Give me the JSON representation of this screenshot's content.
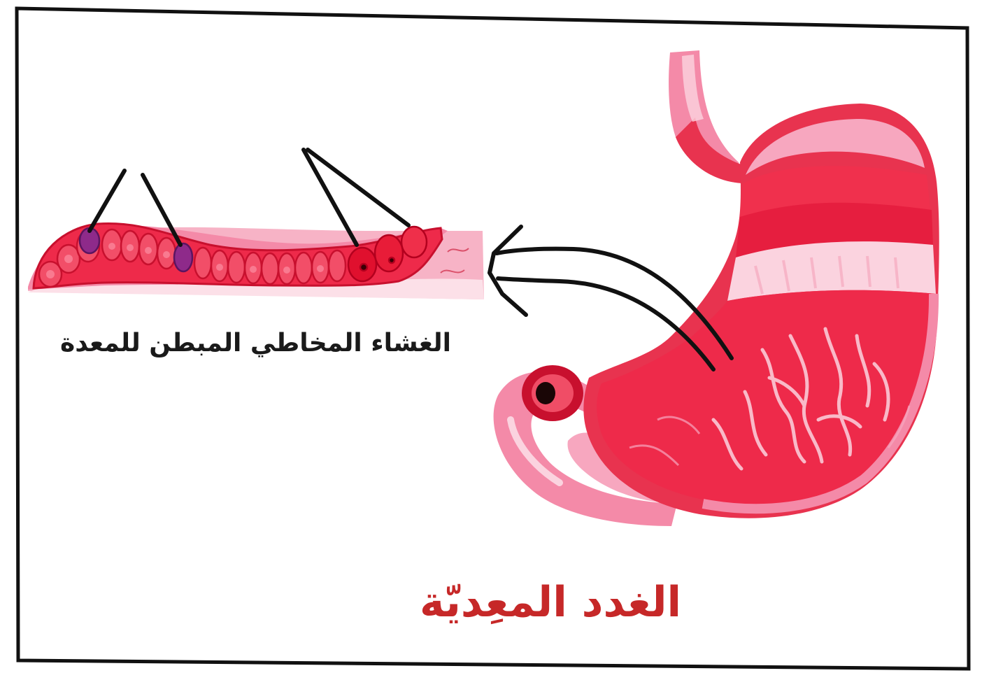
{
  "figure": {
    "mucosa_label": "الغشاء المخاطي المبطن للمعدة",
    "glands_title": "الغدد المعِديّة"
  },
  "colors": {
    "stomach_red": "#f0304d",
    "stomach_dark": "#d81b3c",
    "stomach_pink": "#f48aa8",
    "stomach_light": "#fbd3df",
    "cell_red": "#ee2a4a",
    "cell_purple": "#8e2a8a",
    "title_red": "#c62828",
    "ink": "#111111"
  },
  "icons": [
    "stomach-illustration",
    "mucosa-cell-layer",
    "pointer-arrow",
    "label-lines"
  ]
}
